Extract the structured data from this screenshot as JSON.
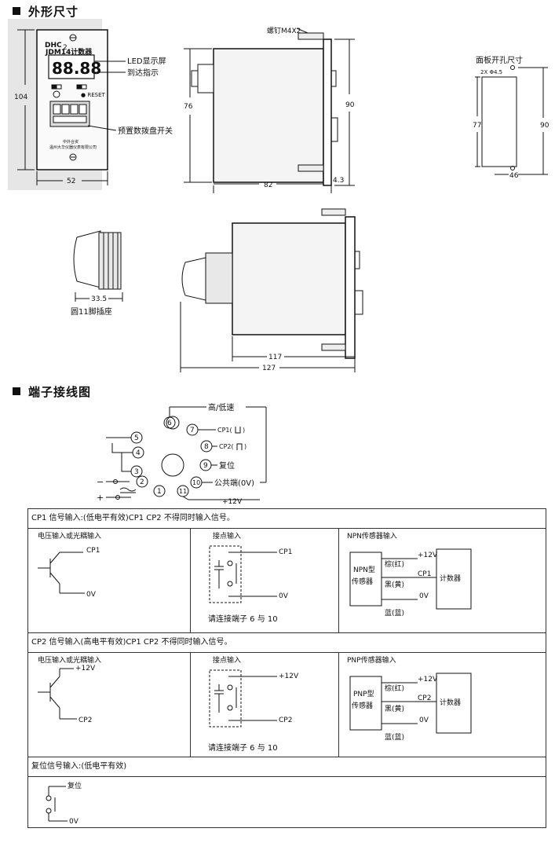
{
  "sections": {
    "dimensions_title": "外形尺寸",
    "wiring_title": "端子接线图"
  },
  "front_panel": {
    "brand": "DHC",
    "brand_sub": "2",
    "model": "JDM14计数器",
    "display": "88.88",
    "reset_label": "● RESET",
    "maker_line1": "中外合资",
    "maker_line2": "温州大华仪器仪表有限公司",
    "led_label": "LED显示屏",
    "reach_label": "到达指示",
    "switch_label": "预置数拨盘开关",
    "height": "104",
    "width": "52"
  },
  "side_view": {
    "screw_label": "螺钉M4X2",
    "height_body": "76",
    "height_panel": "90",
    "depth": "82",
    "panel_thickness": "4.3"
  },
  "cutout": {
    "title": "面板开孔尺寸",
    "hole": "2X Φ4.5",
    "height": "77",
    "total_height": "90",
    "width": "46"
  },
  "socket": {
    "dim": "33.5",
    "label": "圆11脚插座"
  },
  "assembly": {
    "dim1": "117",
    "dim2": "127"
  },
  "terminals": {
    "pins": [
      "1",
      "2",
      "3",
      "4",
      "5",
      "6",
      "7",
      "8",
      "9",
      "10",
      "11"
    ],
    "high_low": "高/低速",
    "cp1": "CP1(",
    "cp2": "CP2(",
    "reset": "复位",
    "common": "公共端(0V)",
    "v12": "+12V",
    "minus": "−",
    "plus": "+"
  },
  "wiring_table": {
    "cp1_header": "CP1 信号输入:(低电平有效)CP1 CP2 不得同时输入信号。",
    "cp2_header": "CP2 信号输入(高电平有效)CP1 CP2 不得同时输入信号。",
    "reset_header": "复位信号输入:(低电平有效)",
    "voltage_title": "电压输入或光耦输入",
    "contact_title": "接点输入",
    "contact_note": "请连接端子 6 与 10",
    "npn_title": "NPN传感器输入",
    "pnp_title": "PNP传感器输入",
    "npn_box": [
      "NPN型",
      "传感器"
    ],
    "pnp_box": [
      "PNP型",
      "传感器"
    ],
    "counter": "计数器",
    "brown": "棕(红)",
    "black": "黑(黄)",
    "blue": "蓝(蓝)",
    "cp1": "CP1",
    "cp2": "CP2",
    "ov": "0V",
    "v12": "+12V",
    "reset_label": "复位"
  }
}
